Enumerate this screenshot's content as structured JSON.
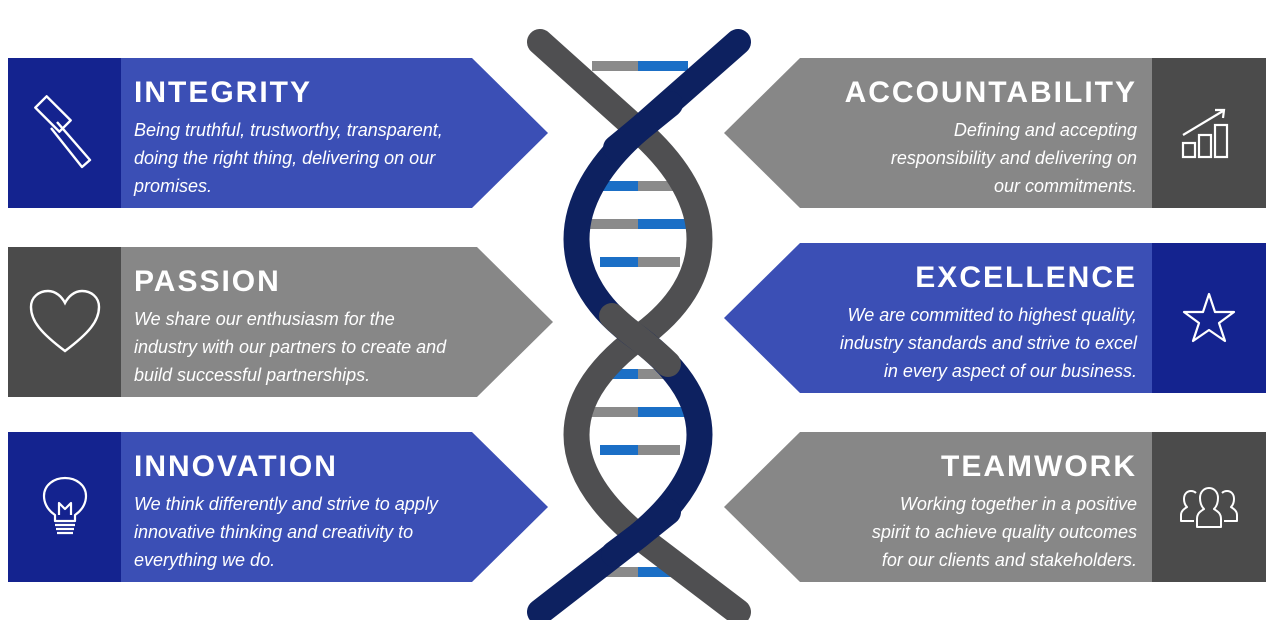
{
  "colors": {
    "blue_arrow": "#3b4fb5",
    "blue_icon_box": "#14238f",
    "gray_arrow": "#878787",
    "gray_icon_box": "#4b4b4b",
    "dna_navy": "#0d2160",
    "dna_gray": "#4f4f51",
    "rung_blue": "#1b6fc6",
    "rung_gray": "#8a8a8a"
  },
  "values": [
    {
      "title": "INTEGRITY",
      "description": "Being truthful, trustworthy, transparent,\ndoing the right thing, delivering on our\npromises.",
      "icon": "hammer-icon",
      "theme": "blue"
    },
    {
      "title": "ACCOUNTABILITY",
      "description": "Defining and accepting\nresponsibility and delivering on\nour commitments.",
      "icon": "growth-chart-icon",
      "theme": "gray"
    },
    {
      "title": "PASSION",
      "description": "We share our enthusiasm for the\nindustry with our partners to create and\nbuild successful partnerships.",
      "icon": "heart-icon",
      "theme": "gray"
    },
    {
      "title": "EXCELLENCE",
      "description": "We are committed to highest quality,\nindustry standards and strive to excel\nin every aspect of our business.",
      "icon": "star-icon",
      "theme": "blue"
    },
    {
      "title": "INNOVATION",
      "description": "We think differently and strive to apply\ninnovative thinking and creativity to\neverything we do.",
      "icon": "lightbulb-icon",
      "theme": "blue"
    },
    {
      "title": "TEAMWORK",
      "description": "Working together in a positive\nspirit to achieve quality outcomes\nfor our clients and stakeholders.",
      "icon": "team-icon",
      "theme": "gray"
    }
  ]
}
